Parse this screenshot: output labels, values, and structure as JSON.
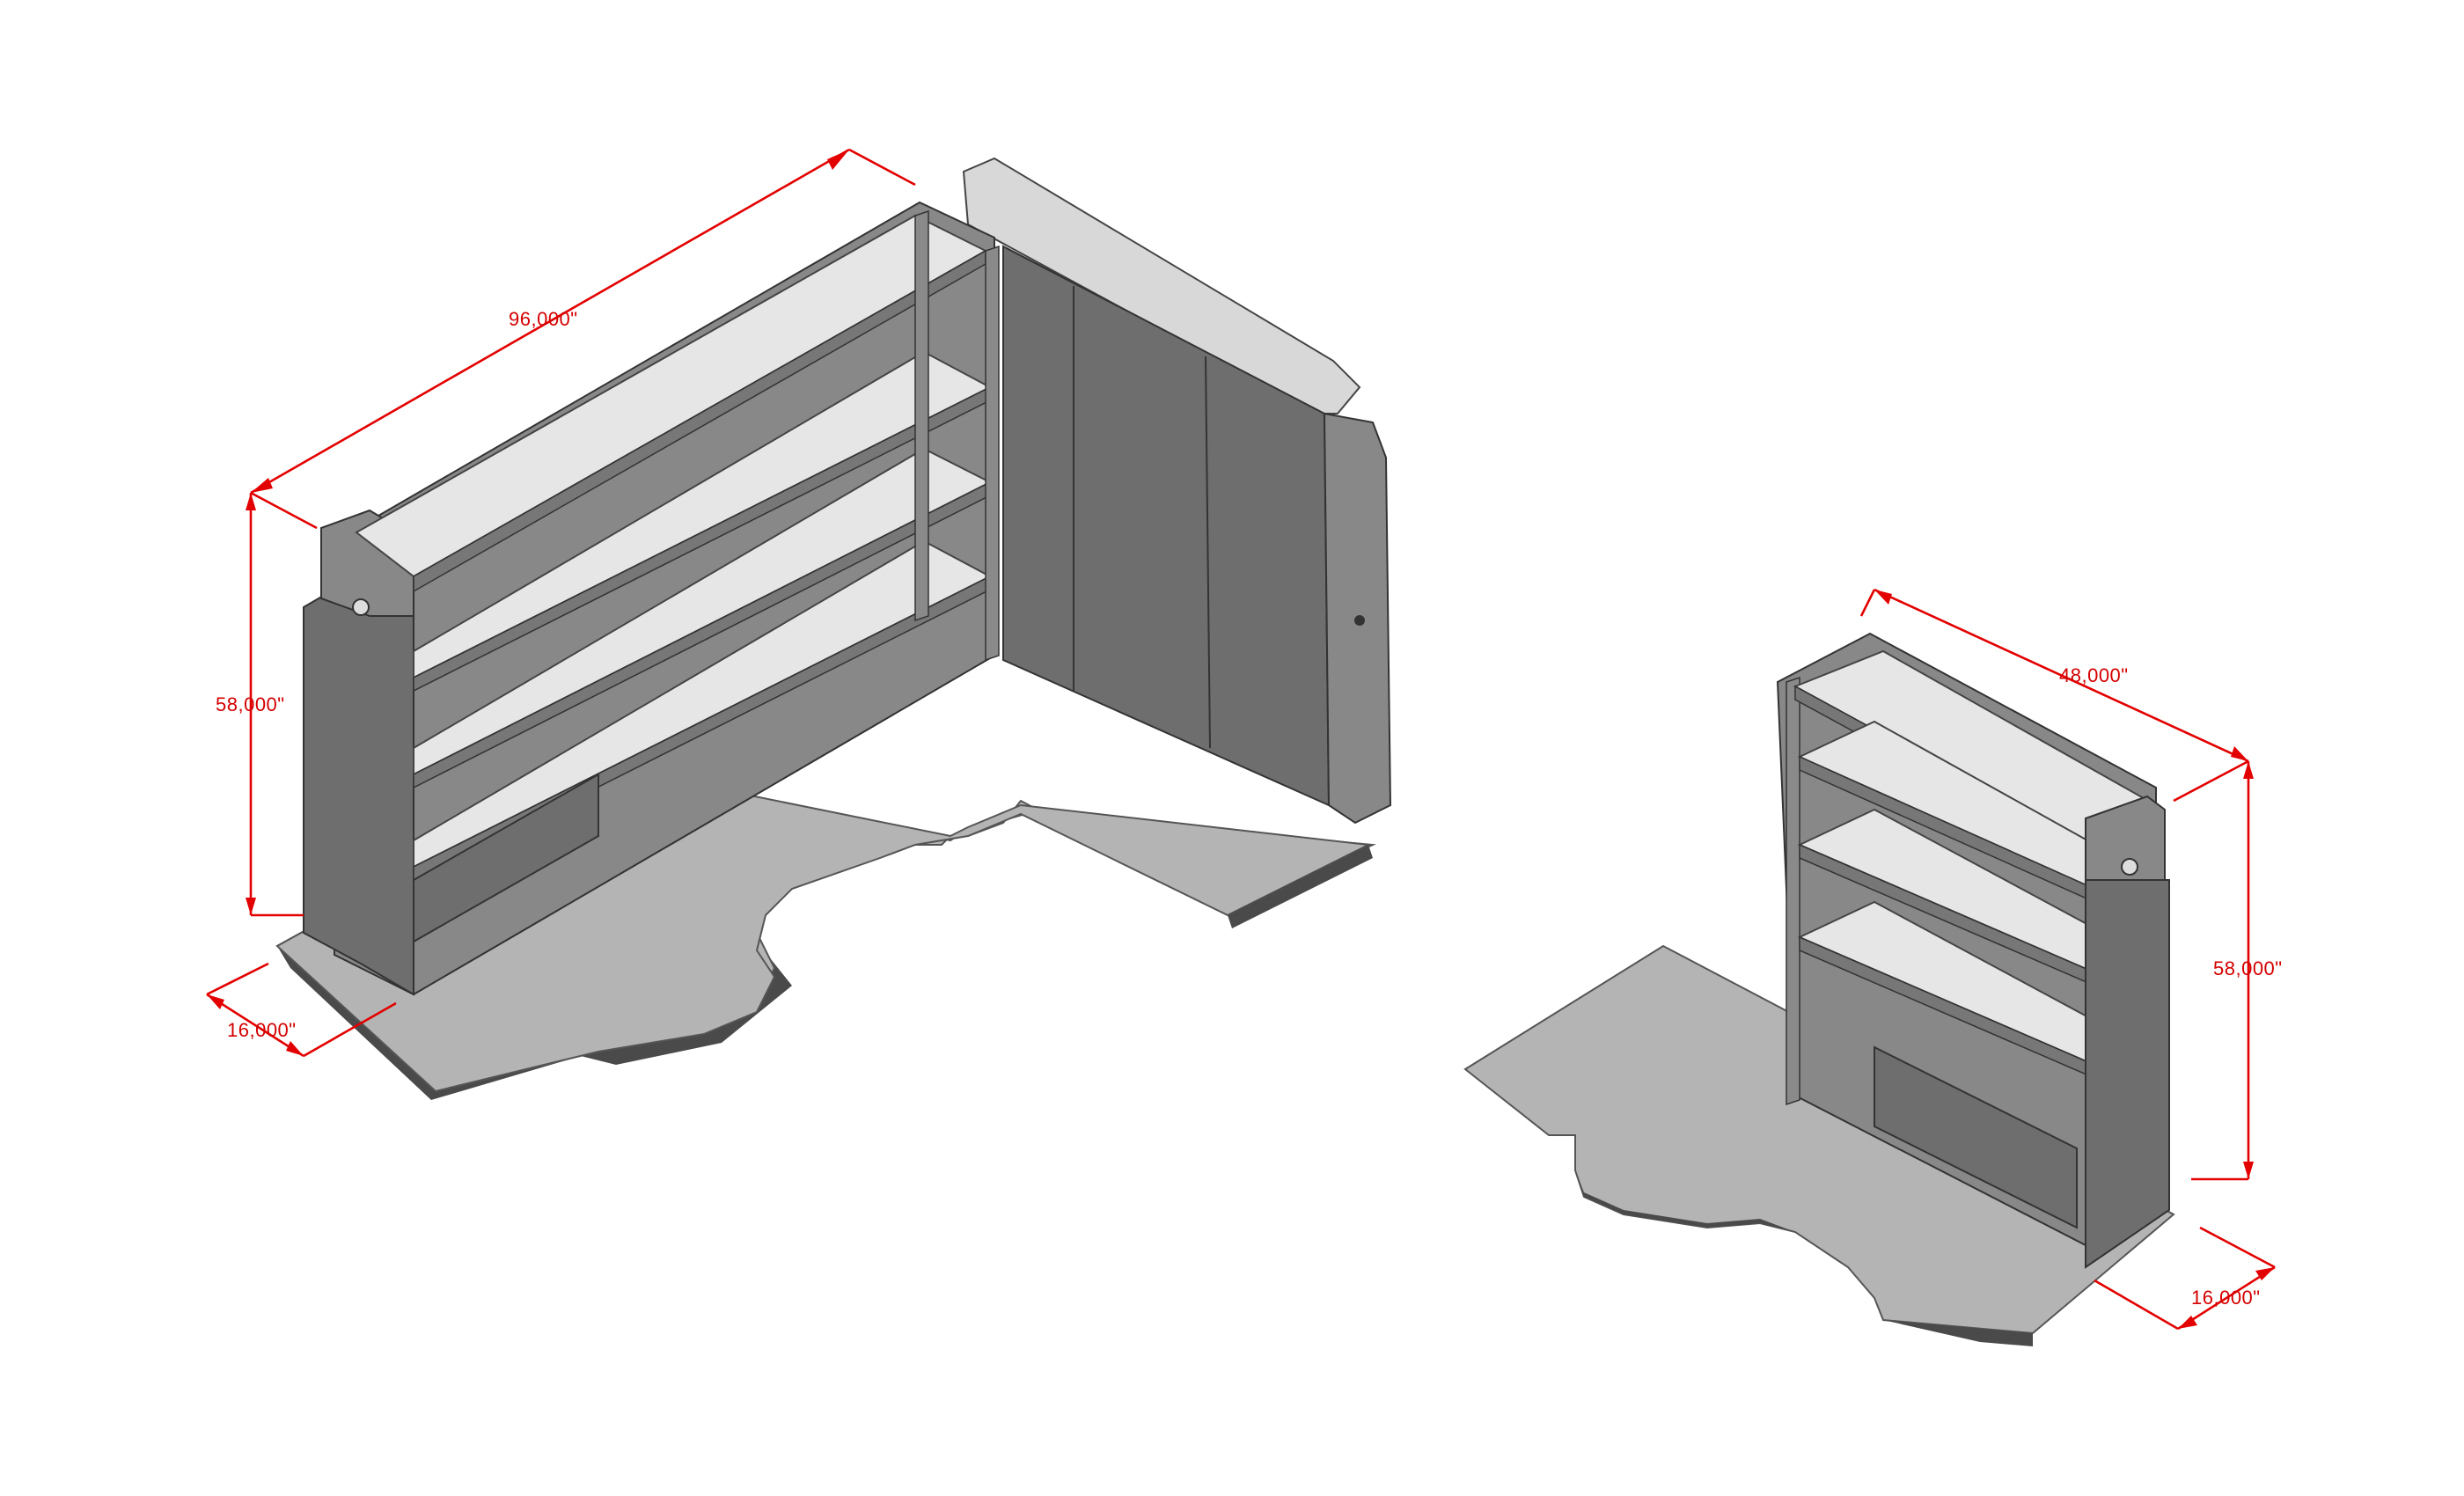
{
  "units_left": {
    "length": "96,000\"",
    "height": "58,000\"",
    "depth": "16,000\""
  },
  "units_right": {
    "length": "48,000\"",
    "height": "58,000\"",
    "depth": "16,000\""
  },
  "colors": {
    "dimension": "#e30000",
    "floor": "#b4b4b4",
    "panel": "#6e6e6e",
    "shelf": "#e6e6e6"
  }
}
